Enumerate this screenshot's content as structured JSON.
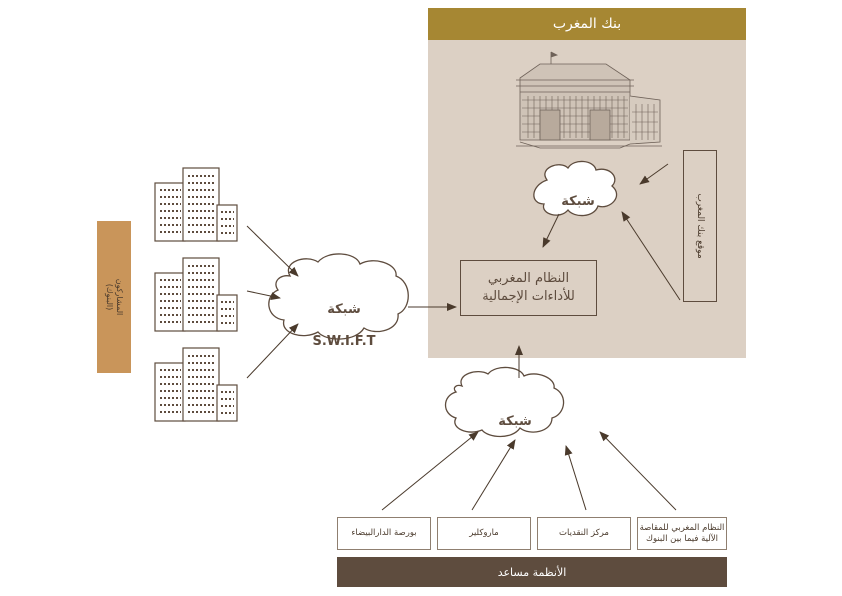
{
  "bam": {
    "header": "بنك المغرب",
    "site_label": "موقع بنك المغرب",
    "system_label": "النظام المغربي\nللأداءات الإجمالية"
  },
  "networks": {
    "internal": "شبكة",
    "swift_line1": "شبكة",
    "swift_line2": "S.W.I.F.T",
    "ancillary": "شبكة"
  },
  "participants": {
    "label": "المشاركون\n(البنوك)"
  },
  "ancillary": {
    "bar_label": "الأنظمة مساعد",
    "systems": [
      "بورصة الدارالبيضاء",
      "ماروكلير",
      "مركز النقديات",
      "النظام المغربي للمقاصة\nالآلية فيما بين البنوك"
    ]
  },
  "colors": {
    "header_gold": "#a68733",
    "bam_background": "#dcd0c4",
    "participants_tan": "#c9955a",
    "dark_brown": "#5e4c3e"
  },
  "icons": [
    "bank-building-icon",
    "office-buildings-icon",
    "cloud-icon",
    "arrow-icon"
  ]
}
